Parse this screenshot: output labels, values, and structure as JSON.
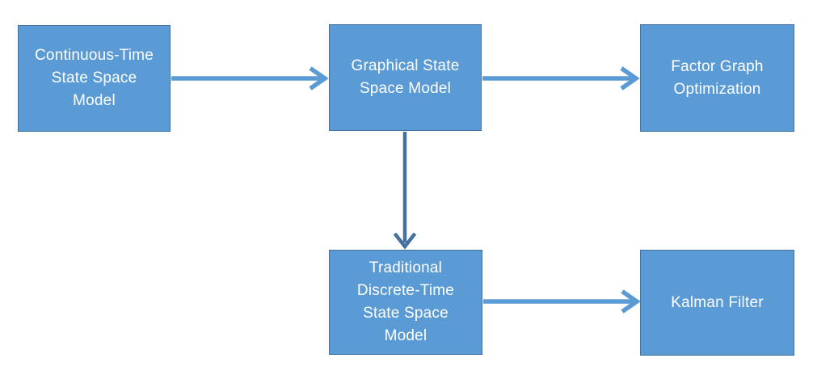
{
  "diagram": {
    "colors": {
      "background": "#ffffff",
      "box_fill": "#5b9bd5",
      "box_border": "#41719c",
      "arrow_primary": "#5b9bd5",
      "arrow_dark": "#44719e",
      "text": "#ffffff"
    },
    "nodes": {
      "continuous": {
        "label": "Continuous-Time State Space Model",
        "lines": [
          "Continuous-Time",
          "State Space",
          "Model"
        ]
      },
      "graphical": {
        "label": "Graphical State Space Model",
        "lines": [
          "Graphical State",
          "Space Model"
        ]
      },
      "factor": {
        "label": "Factor Graph Optimization",
        "lines": [
          "Factor Graph",
          "Optimization"
        ]
      },
      "traditional": {
        "label": "Traditional Discrete-Time State Space Model",
        "lines": [
          "Traditional",
          "Discrete-Time",
          "State Space",
          "Model"
        ]
      },
      "kalman": {
        "label": "Kalman Filter",
        "lines": [
          "Kalman Filter"
        ]
      }
    },
    "edges": [
      {
        "from": "Continuous-Time State Space Model",
        "to": "Graphical State Space Model",
        "direction": "right",
        "color": "#5b9bd5"
      },
      {
        "from": "Graphical State Space Model",
        "to": "Factor Graph Optimization",
        "direction": "right",
        "color": "#5b9bd5"
      },
      {
        "from": "Graphical State Space Model",
        "to": "Traditional Discrete-Time State Space Model",
        "direction": "down",
        "color": "#44719e"
      },
      {
        "from": "Traditional Discrete-Time State Space Model",
        "to": "Kalman Filter",
        "direction": "right",
        "color": "#5b9bd5"
      }
    ]
  }
}
